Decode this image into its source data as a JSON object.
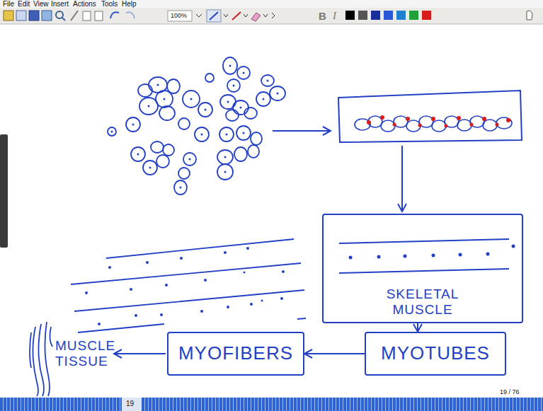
{
  "diagram": {
    "nodes": [
      {
        "text": [
          "SKELETAL MUSCLE"
        ]
      },
      {
        "text": [
          "MYOTUBES"
        ]
      },
      {
        "text": [
          "MYOFIBERS"
        ]
      }
    ],
    "edges": [
      {
        "from": 0,
        "to": 1,
        "arrow": "to"
      },
      {
        "from": 1,
        "to": 2,
        "arrow": "to"
      }
    ],
    "labels": [
      "File",
      "Edit",
      "View",
      "Insert",
      "Actions",
      "Tools",
      "Help",
      "100%",
      "B",
      "I",
      "MUSCLE TISSUE",
      "19 / 76",
      "19"
    ]
  }
}
